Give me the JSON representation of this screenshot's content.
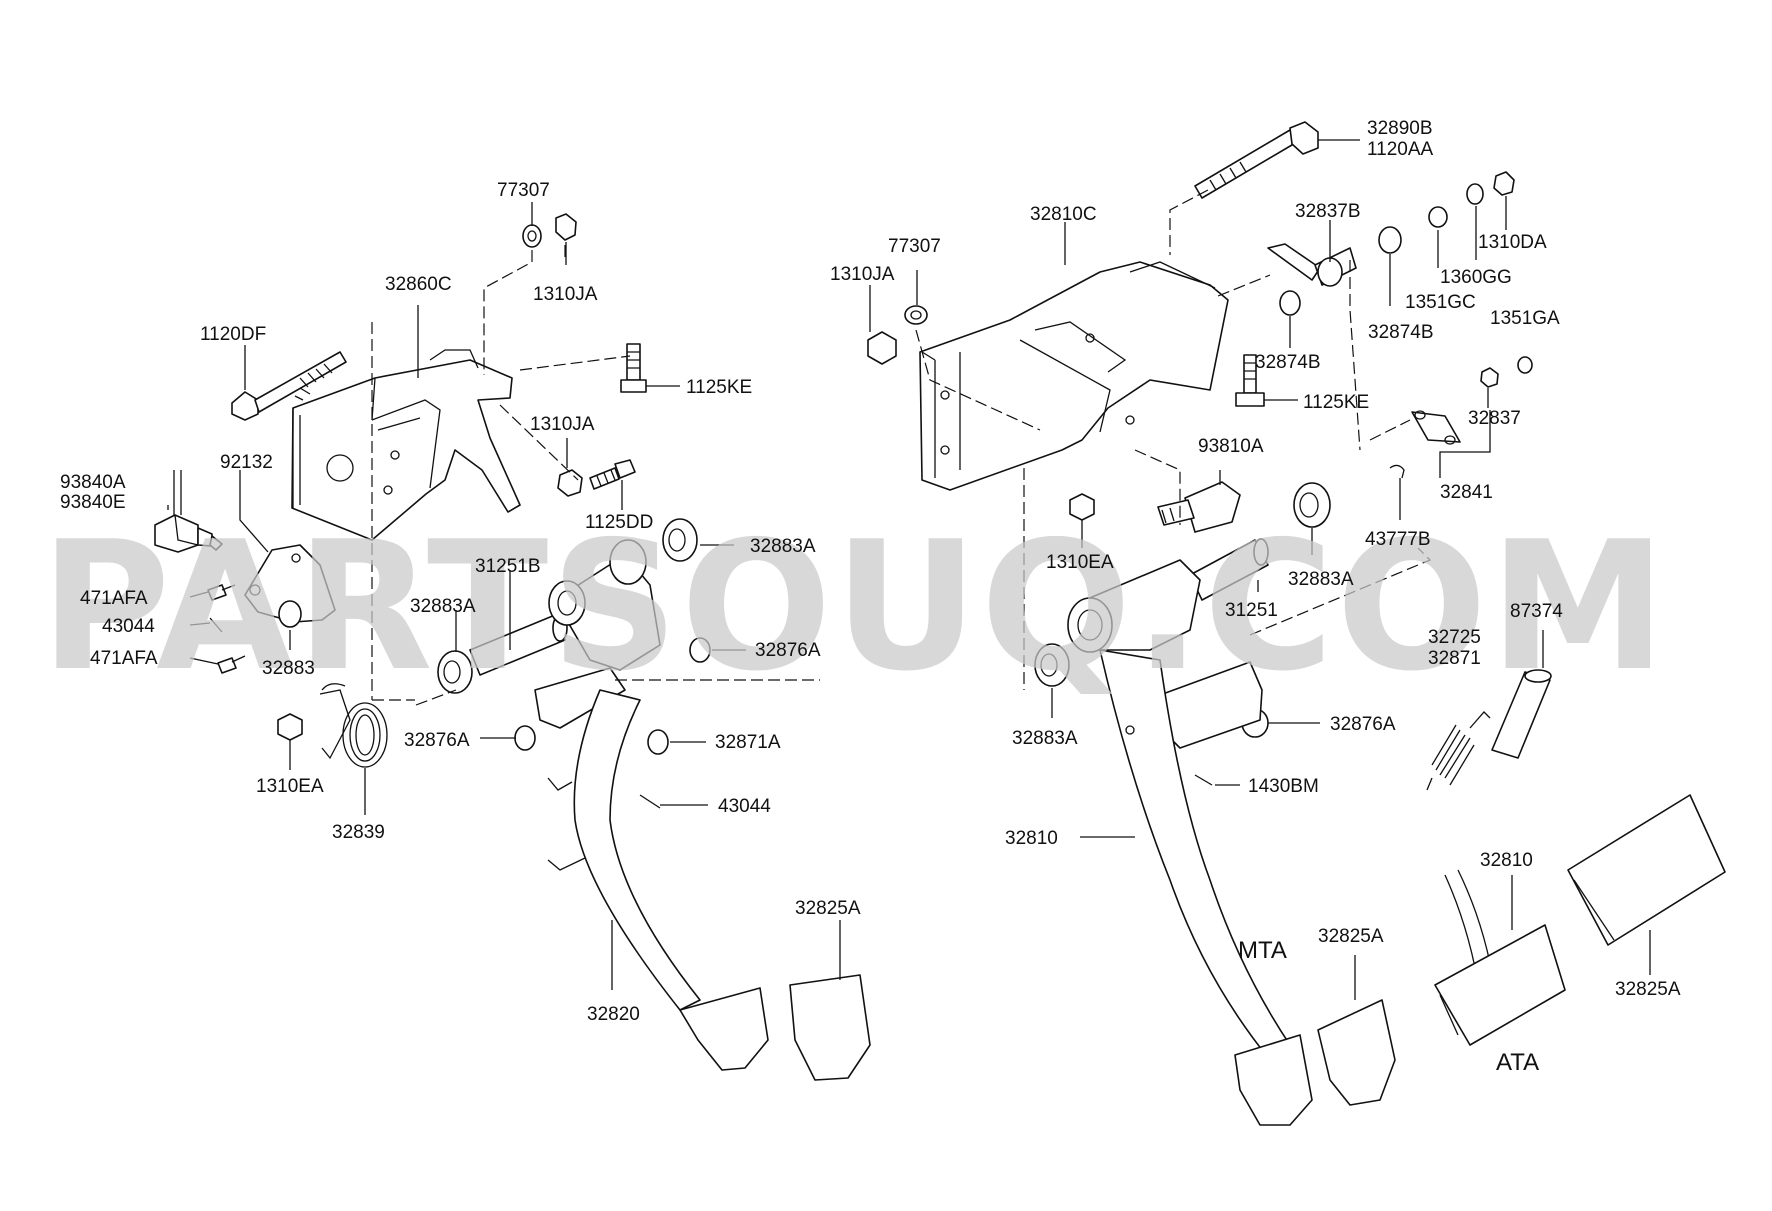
{
  "watermark": "PARTSOUQ.COM",
  "variants": {
    "mta": "MTA",
    "ata": "ATA"
  },
  "labels": {
    "l_32860C": "32860C",
    "l_77307_left": "77307",
    "l_1310JA_top_left": "1310JA",
    "l_1120DF": "1120DF",
    "l_1125KE_left": "1125KE",
    "l_1310JA_mid_left": "1310JA",
    "l_93840A": "93840A",
    "l_93840E": "93840E",
    "l_92132": "92132",
    "l_1125DD": "1125DD",
    "l_32883A_left_top": "32883A",
    "l_31251B": "31251B",
    "l_32883A_left_mid": "32883A",
    "l_471AFA_top": "471AFA",
    "l_43044_left": "43044",
    "l_471AFA_bottom": "471AFA",
    "l_32883": "32883",
    "l_32876A_left_right": "32876A",
    "l_32876A_left_mid": "32876A",
    "l_32871A": "32871A",
    "l_1310EA_left": "1310EA",
    "l_32839": "32839",
    "l_43044_mid": "43044",
    "l_32825A_left": "32825A",
    "l_32820": "32820",
    "l_32890B": "32890B",
    "l_1120AA": "1120AA",
    "l_32810C": "32810C",
    "l_32837B": "32837B",
    "l_77307_right": "77307",
    "l_1310JA_right": "1310JA",
    "l_1310DA": "1310DA",
    "l_1360GG": "1360GG",
    "l_1351GC": "1351GC",
    "l_32874B_top": "32874B",
    "l_32874B_mid": "32874B",
    "l_1351GA": "1351GA",
    "l_1125KE_right": "1125KE",
    "l_32837": "32837",
    "l_93810A": "93810A",
    "l_32841": "32841",
    "l_1310EA_right": "1310EA",
    "l_32883A_right_top": "32883A",
    "l_43777B": "43777B",
    "l_31251": "31251",
    "l_87374": "87374",
    "l_32725": "32725",
    "l_32871": "32871",
    "l_32876A_right": "32876A",
    "l_32883A_right_low": "32883A",
    "l_1430BM": "1430BM",
    "l_32810_main": "32810",
    "l_32810_ata": "32810",
    "l_32825A_mta": "32825A",
    "l_32825A_ata": "32825A"
  }
}
